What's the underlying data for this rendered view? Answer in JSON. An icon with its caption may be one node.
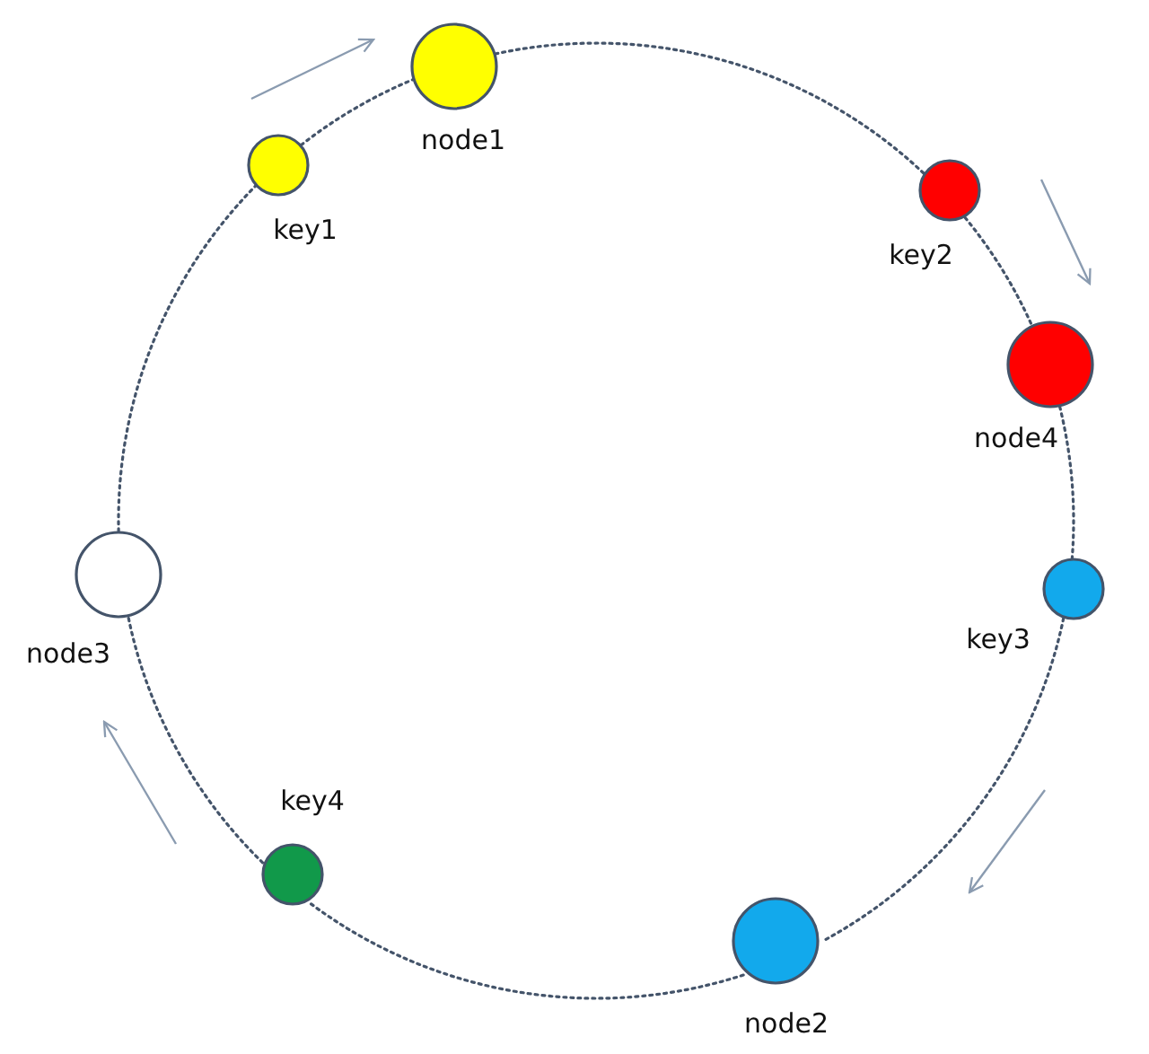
{
  "diagram": {
    "nodes": [
      {
        "text": [
          "key1"
        ]
      },
      {
        "text": [
          "node1"
        ]
      },
      {
        "text": [
          "key2"
        ]
      },
      {
        "text": [
          "node4"
        ]
      },
      {
        "text": [
          "key3"
        ]
      },
      {
        "text": [
          "node2"
        ]
      },
      {
        "text": [
          "key4"
        ]
      },
      {
        "text": [
          "node3"
        ]
      }
    ],
    "edges": [
      {
        "from": 0,
        "to": 1,
        "arrow": "none",
        "style": "dashed"
      },
      {
        "from": 1,
        "to": 2,
        "arrow": "none",
        "style": "dashed"
      },
      {
        "from": 2,
        "to": 3,
        "arrow": "none",
        "style": "dashed"
      },
      {
        "from": 3,
        "to": 4,
        "arrow": "none",
        "style": "dashed"
      },
      {
        "from": 4,
        "to": 5,
        "arrow": "none",
        "style": "dashed"
      },
      {
        "from": 5,
        "to": 6,
        "arrow": "none",
        "style": "dashed"
      },
      {
        "from": 6,
        "to": 7,
        "arrow": "none",
        "style": "dashed"
      },
      {
        "from": 7,
        "to": 0,
        "arrow": "none",
        "style": "dashed"
      }
    ]
  }
}
